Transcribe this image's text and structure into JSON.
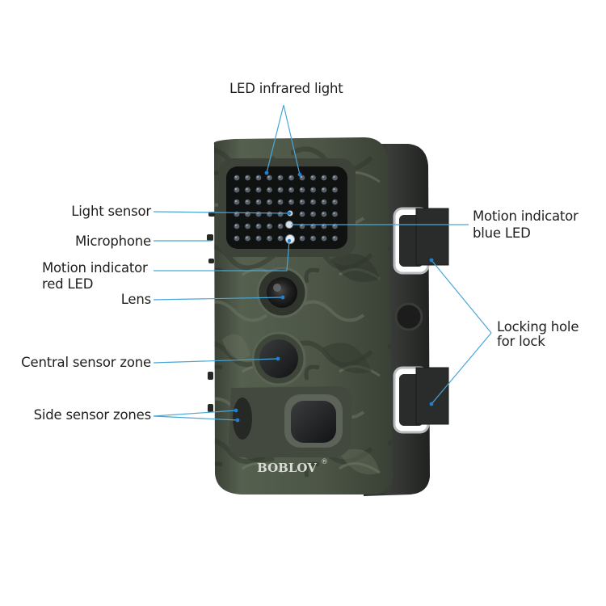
{
  "labels": {
    "led_infrared": "LED infrared light",
    "light_sensor": "Light sensor",
    "microphone": "Microphone",
    "motion_red": [
      "Motion indicator",
      "red LED"
    ],
    "lens": "Lens",
    "central_zone": "Central sensor zone",
    "side_zones": "Side sensor zones",
    "motion_blue": [
      "Motion indicator",
      "blue LED"
    ],
    "locking_hole": [
      "Locking hole",
      "for lock"
    ]
  },
  "brand": "BOBLOV",
  "colors": {
    "callout_line": "#4aa6d6",
    "callout_dot": "#1f7fd0",
    "camo_base": "#4b5345",
    "case_dark": "#2c2e2c",
    "text": "#1e1e1e"
  }
}
